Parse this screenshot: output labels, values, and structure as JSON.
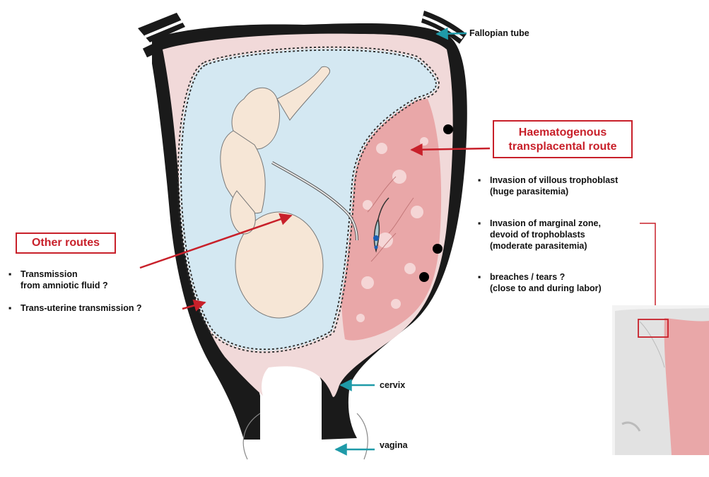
{
  "labels": {
    "fallopian_tube": "Fallopian tube",
    "cervix": "cervix",
    "vagina": "vagina"
  },
  "haematogenous": {
    "title_line1": "Haematogenous",
    "title_line2": "transplacental route",
    "bullets": [
      {
        "line1": "Invasion of villous trophoblast",
        "line2": "(huge parasitemia)",
        "line3": ""
      },
      {
        "line1": "Invasion of marginal zone,",
        "line2": "devoid of trophoblasts",
        "line3": "(moderate parasitemia)"
      },
      {
        "line1": "breaches / tears ?",
        "line2": "(close to and during labor)",
        "line3": ""
      }
    ]
  },
  "other_routes": {
    "title": "Other routes",
    "bullets": [
      {
        "line1": "Transmission",
        "line2": "from amniotic fluid ?"
      },
      {
        "line1": "Trans-uterine transmission ?",
        "line2": ""
      }
    ]
  },
  "bullet_char": "▪",
  "colors": {
    "wall": "#1a1a1a",
    "decidua": "#f1d9d9",
    "amniotic": "#d4e8f2",
    "placenta": "#e9a7a8",
    "fetus": "#f6e6d6",
    "arrow_red": "#c8202a",
    "arrow_teal": "#1f9aa8"
  }
}
